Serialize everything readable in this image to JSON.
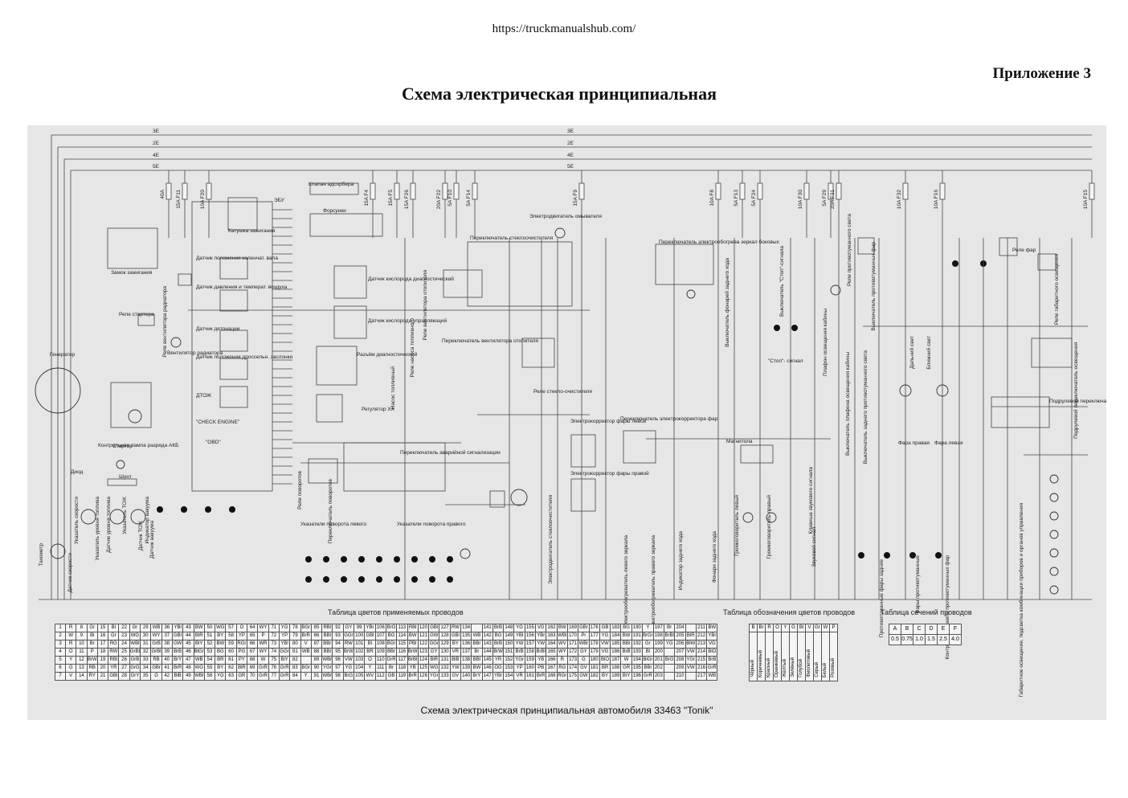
{
  "header": {
    "url": "https://truckmanualshub.com/",
    "appendix": "Приложение 3",
    "title": "Схема электрическая принципиальная"
  },
  "diagram": {
    "caption": "Схема электрическая принципиальная автомобиля 33463 \"Tonik\"",
    "bus_labels": [
      "3E",
      "2E",
      "4E",
      "5E"
    ],
    "component_labels": [
      "Генератор",
      "Стартер",
      "Реле стартера",
      "Замок зажигания",
      "Диод",
      "Шунт",
      "Контрольная лампа разряда АКБ",
      "ЭБУ",
      "Клапан адсорбера",
      "Катушка зажигания",
      "Форсунки",
      "Датчик положения коленчат. вала",
      "Датчик давления и температ. воздуха",
      "Датчик детонации",
      "Датчик положения дроссельн. заслонки",
      "ДТОЖ",
      "Датчик кислорода диагностический",
      "Датчик кислорода управляющий",
      "Разъём диагностический",
      "Регулятор ХХ",
      "Насос топливный",
      "Реле вентилятора радиатора",
      "Вентилятор радиатора",
      "Реле насоса топливного",
      "Реле вентилятора отопителя",
      "Переключатель вентилятора отопителя",
      "Переключатель стеклоочистителя",
      "Электродвигатель омывателя",
      "Реле стекло-очистителя",
      "Электродвигатель стеклоочистителя",
      "Реле поворотов",
      "Переключатель поворотов",
      "Переключатель аварийной сигнализации",
      "Указатели поворота левого",
      "Указатели поворота правого",
      "Электрокорректор фары левой",
      "Электрокорректор фары правой",
      "Переключатель электрокорректора фар",
      "Переключатель электрообогрева зеркал боковых",
      "Электрообогреватель левого зеркала",
      "Электрообогреватель правого зеркала",
      "Индикатор заднего хода",
      "Фонари заднего хода",
      "Выключатель фонарей заднего хода",
      "Магнитола",
      "Громкоговоритель левый",
      "Громкоговоритель правый",
      "Выключатель \"Стоп\"-сигнала",
      "\"Стоп\"- сигнал",
      "Клавиша звукового сигнала",
      "Звуковой сигнал",
      "Плафон освещения кабины",
      "Выключатель плафона освещения кабины",
      "Реле противотуманного света",
      "Выключатель противотуманных фар",
      "Выключатель заднего противотуманного света",
      "Противотуманные фары задние",
      "Фары противотуманные",
      "Контрольная лампа противотуманных фар",
      "Реле фар",
      "Реле габаритного освещения",
      "Фара правая",
      "Фара левая",
      "Дальний свет",
      "Ближний свет",
      "Подрулевой переключатель головного света",
      "Подрулевой переключатель освещения",
      "Габаритное освещение, подсветка комбинации приборов и органов управления",
      "Тахометр",
      "Датчик скорости",
      "Указатель скорости",
      "Указатель уровня топлива",
      "Датчик уровня топлива",
      "Указатель ТОЖ",
      "Датчик ТОЖ",
      "Индикатор вакуума",
      "Датчик вакуума",
      "\"CHECK ENGINE\"",
      "\"OBD\""
    ],
    "fuse_labels": [
      "40A",
      "15A F11",
      "10A F20",
      "15A F4",
      "15A F5",
      "15A F26",
      "20A F22",
      "5A F10",
      "5A F14",
      "15A F9",
      "10A F8",
      "5A F13",
      "5A F24",
      "10A F30",
      "5A F29",
      "20A F31",
      "10A F32",
      "10A F16",
      "10A F15"
    ],
    "tables": {
      "wire_colors_title": "Таблица цветов применяемых проводов",
      "wire_colors_rows": [
        [
          "1",
          "R",
          "8",
          "Gr",
          "15",
          "Bl",
          "22",
          "Gr",
          "29",
          "WB",
          "36",
          "YBl",
          "43",
          "BW",
          "50",
          "WG",
          "57",
          "O",
          "64",
          "WY",
          "71",
          "YG",
          "78",
          "BGr",
          "85",
          "RBl",
          "92",
          "GY",
          "99",
          "YBr",
          "106",
          "BrG",
          "113",
          "RBl",
          "120",
          "GBl",
          "127",
          "RW",
          "134",
          "",
          "141",
          "BrB",
          "148",
          "YG",
          "155",
          "VG",
          "162",
          "BW",
          "169",
          "GBr",
          "176",
          "GB",
          "183",
          "BG",
          "190",
          "Y",
          "197",
          "Br",
          "204",
          "",
          "211",
          "BW"
        ],
        [
          "2",
          "W",
          "9",
          "Bl",
          "16",
          "Gr",
          "23",
          "WG",
          "30",
          "WY",
          "37",
          "GBr",
          "44",
          "BlR",
          "51",
          "BY",
          "58",
          "YP",
          "65",
          "P",
          "72",
          "YP",
          "79",
          "BrR",
          "86",
          "BBl",
          "93",
          "GGr",
          "100",
          "GBl",
          "107",
          "BG",
          "114",
          "BW",
          "121",
          "GW",
          "128",
          "GBl",
          "135",
          "WB",
          "142",
          "BG",
          "149",
          "YBl",
          "156",
          "YBr",
          "163",
          "WBl",
          "170",
          "Pr",
          "177",
          "YG",
          "184",
          "BW",
          "191",
          "BrGr",
          "198",
          "BrBl",
          "205",
          "BlR",
          "212",
          "YBr"
        ],
        [
          "3",
          "R",
          "10",
          "Br",
          "17",
          "RG",
          "24",
          "WBl",
          "31",
          "GrB",
          "38",
          "GW",
          "45",
          "BlY",
          "52",
          "BW",
          "59",
          "RGr",
          "66",
          "WR",
          "73",
          "YBl",
          "80",
          "V",
          "87",
          "BBr",
          "94",
          "RW",
          "101",
          "Bl",
          "108",
          "BGr",
          "115",
          "PBl",
          "122",
          "GGr",
          "129",
          "BY",
          "136",
          "BBr",
          "143",
          "BrB",
          "150",
          "YW",
          "157",
          "YW",
          "164",
          "WV",
          "171",
          "WBr",
          "178",
          "VW",
          "185",
          "BBl",
          "192",
          "Gr",
          "199",
          "YG",
          "206",
          "BlW",
          "213",
          "VG"
        ],
        [
          "4",
          "O",
          "11",
          "P",
          "18",
          "RW",
          "25",
          "GrBl",
          "32",
          "GrBl",
          "39",
          "BrB",
          "46",
          "BlGr",
          "53",
          "BG",
          "60",
          "PG",
          "67",
          "WY",
          "74",
          "GGr",
          "81",
          "WB",
          "88",
          "BBl",
          "95",
          "BrW",
          "102",
          "BR",
          "109",
          "BBr",
          "116",
          "BrW",
          "123",
          "GY",
          "130",
          "VR",
          "137",
          "Br",
          "144",
          "BrW",
          "151",
          "BrB",
          "158",
          "BrBl",
          "165",
          "WY",
          "172",
          "GY",
          "179",
          "VG",
          "186",
          "BrB",
          "193",
          "Bl",
          "200",
          "",
          "207",
          "VW",
          "214",
          "BlO"
        ],
        [
          "5",
          "Y",
          "12",
          "BrW",
          "19",
          "RBl",
          "26",
          "GrB",
          "33",
          "RB",
          "40",
          "BrY",
          "47",
          "WB",
          "54",
          "BR",
          "61",
          "PY",
          "68",
          "W",
          "75",
          "BlY",
          "82",
          "",
          "89",
          "WBr",
          "96",
          "VW",
          "103",
          "O",
          "110",
          "GrR",
          "117",
          "BrBl",
          "124",
          "BlR",
          "131",
          "BlB",
          "138",
          "BBl",
          "145",
          "YR",
          "152",
          "YGr",
          "159",
          "YB",
          "166",
          "R",
          "173",
          "G",
          "180",
          "BlO",
          "187",
          "W",
          "194",
          "BlGr",
          "201",
          "BrG",
          "208",
          "YGr",
          "215",
          "BrB"
        ],
        [
          "6",
          "G",
          "13",
          "RB",
          "20",
          "YR",
          "27",
          "GrG",
          "34",
          "GBr",
          "41",
          "BrR",
          "48",
          "WG",
          "55",
          "BY",
          "62",
          "BlR",
          "69",
          "GrR",
          "76",
          "GrR",
          "83",
          "BGr",
          "90",
          "YGr",
          "97",
          "YG",
          "104",
          "Y",
          "111",
          "Br",
          "118",
          "YB",
          "125",
          "WG",
          "132",
          "YW",
          "139",
          "BW",
          "146",
          "OG",
          "153",
          "YP",
          "160",
          "PB",
          "167",
          "RG",
          "174",
          "GV",
          "181",
          "BR",
          "188",
          "GR",
          "195",
          "BBr",
          "202",
          "",
          "209",
          "VW",
          "216",
          "GrR"
        ],
        [
          "7",
          "V",
          "14",
          "RY",
          "21",
          "GBl",
          "28",
          "GrY",
          "35",
          "G",
          "42",
          "BlB",
          "49",
          "WBl",
          "56",
          "YG",
          "63",
          "GR",
          "70",
          "GrR",
          "77",
          "GrR",
          "84",
          "Y",
          "91",
          "WBr",
          "98",
          "BrG",
          "105",
          "WV",
          "112",
          "GB",
          "119",
          "BrR",
          "126",
          "YGr",
          "133",
          "GV",
          "140",
          "BrY",
          "147",
          "YBr",
          "154",
          "VR",
          "161",
          "BrR",
          "168",
          "RGr",
          "175",
          "GW",
          "182",
          "BY",
          "189",
          "BlY",
          "196",
          "GrR",
          "203",
          "",
          "210",
          "",
          "217",
          "WB"
        ]
      ],
      "color_codes_title": "Таблица обозначения цветов проводов",
      "color_codes": [
        "B",
        "Br",
        "R",
        "O",
        "Y",
        "G",
        "Bl",
        "V",
        "Gr",
        "W",
        "P"
      ],
      "color_names": [
        "Чёрный",
        "Коричневый",
        "Красный",
        "Оранжевый",
        "Жёлтый",
        "Зелёный",
        "Голубой",
        "Фиолетовый",
        "Серый",
        "Белый",
        "Розовый"
      ],
      "sections_title": "Таблица сечений проводов",
      "section_letters": [
        "A",
        "B",
        "C",
        "D",
        "E",
        "F"
      ],
      "section_values": [
        "0.5",
        "0.75",
        "1.0",
        "1.5",
        "2.5",
        "4.0"
      ]
    }
  }
}
